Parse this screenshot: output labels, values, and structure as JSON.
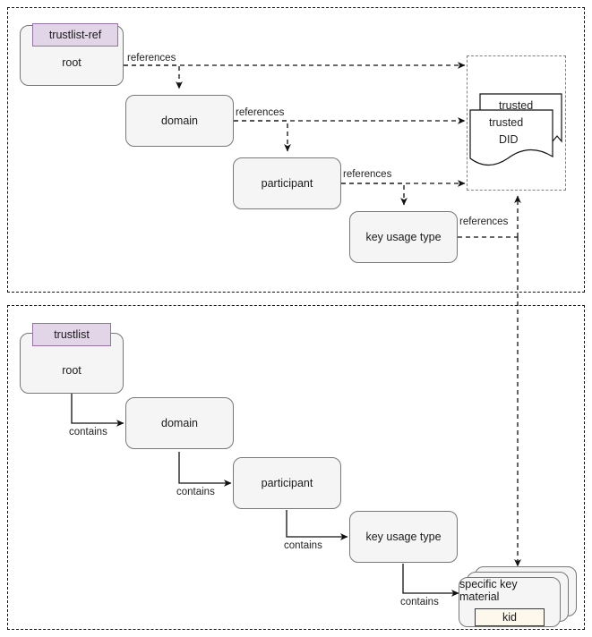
{
  "diagram": {
    "title": "trustlist reference and containment model",
    "colors": {
      "node_fill": "#f5f5f5",
      "node_stroke": "#787878",
      "tag_fill": "#e1d5e7",
      "tag_stroke": "#9673a6",
      "badge_fill": "#fdf8ec",
      "group_stroke": "#111111",
      "group_inner_stroke": "#808080",
      "edge_stroke": "#111111"
    },
    "groups": [
      {
        "name": "trustlist-ref-group",
        "style": "dashed"
      },
      {
        "name": "trustlist-group",
        "style": "dashed"
      },
      {
        "name": "trusted-did-group",
        "style": "dashed-gray"
      }
    ],
    "top_section": {
      "tag": "trustlist-ref",
      "nodes": [
        {
          "id": "root",
          "label": "root"
        },
        {
          "id": "domain",
          "label": "domain"
        },
        {
          "id": "participant",
          "label": "participant"
        },
        {
          "id": "key-usage-type",
          "label": "key usage type"
        }
      ],
      "documents": [
        {
          "id": "trusted",
          "label": "trusted"
        },
        {
          "id": "trusted-did",
          "label": "trusted\nDID",
          "line1": "trusted",
          "line2": "DID"
        }
      ],
      "edge_labels": {
        "root_to_domain": "references",
        "root_to_trusted": "references",
        "domain_to_participant": "references",
        "domain_to_trusted": "references",
        "participant_to_keyusage": "references",
        "participant_to_trusted": "references",
        "keyusage_to_keymaterial": "references"
      }
    },
    "bottom_section": {
      "tag": "trustlist",
      "nodes": [
        {
          "id": "root",
          "label": "root"
        },
        {
          "id": "domain",
          "label": "domain"
        },
        {
          "id": "participant",
          "label": "participant"
        },
        {
          "id": "key-usage-type",
          "label": "key usage type"
        },
        {
          "id": "specific-key-material",
          "label": "specific key material",
          "badge": "kid"
        }
      ],
      "edge_labels": {
        "root_to_domain": "contains",
        "domain_to_participant": "contains",
        "participant_to_keyusage": "contains",
        "keyusage_to_keymaterial": "contains"
      }
    }
  }
}
